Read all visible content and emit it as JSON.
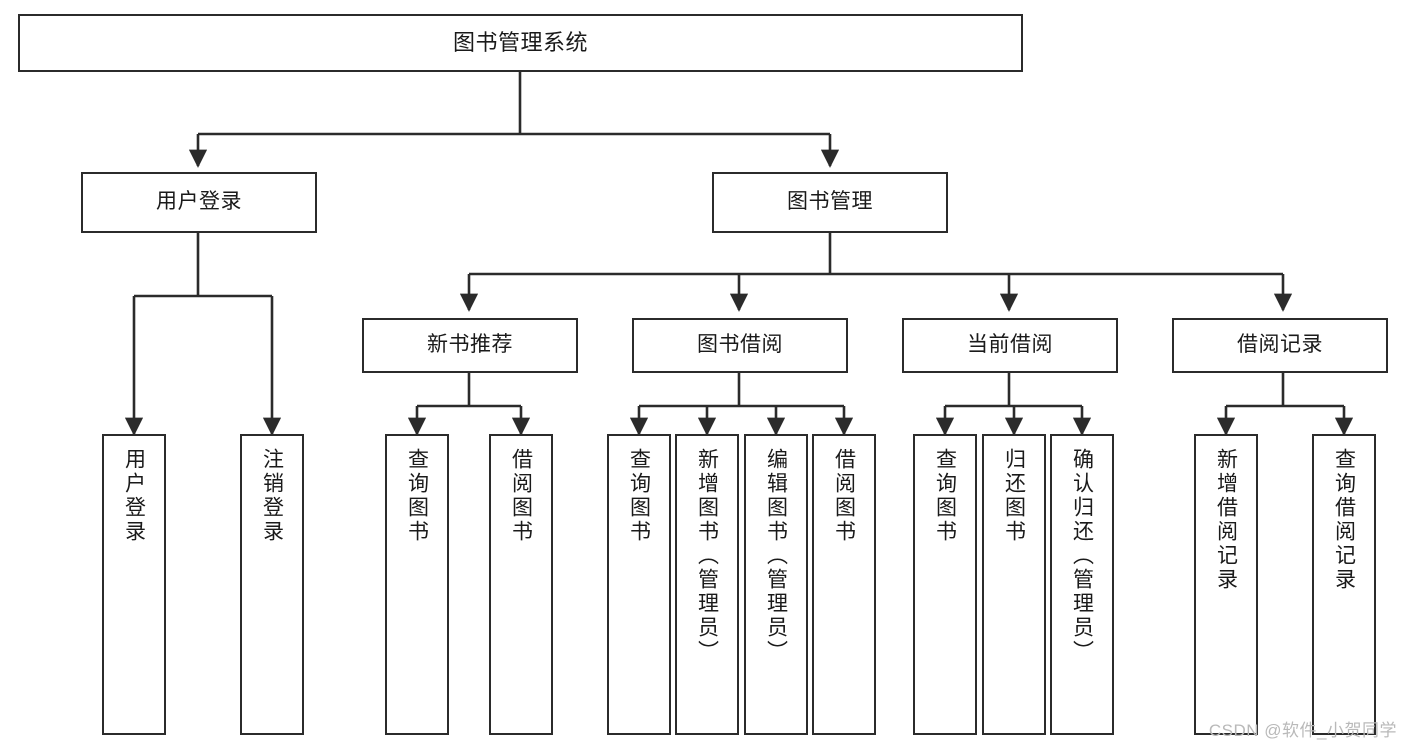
{
  "diagram": {
    "title": "图书管理系统",
    "type": "tree-hierarchy",
    "orientation": "top-down",
    "colors": {
      "box_stroke": "#2b2b2b",
      "box_fill": "#ffffff",
      "edge": "#2b2b2b",
      "text": "#1a1a1a",
      "watermark": "#b9b9b9",
      "background": "#ffffff"
    }
  },
  "nodes": {
    "root": {
      "label": "图书管理系统"
    },
    "level1": [
      {
        "label": "用户登录"
      },
      {
        "label": "图书管理"
      }
    ],
    "level2": [
      {
        "label": "新书推荐"
      },
      {
        "label": "图书借阅"
      },
      {
        "label": "当前借阅"
      },
      {
        "label": "借阅记录"
      }
    ],
    "leaves": {
      "user_login": [
        {
          "label": "用户登录"
        },
        {
          "label": "注销登录"
        }
      ],
      "new_book_recommend": [
        {
          "label": "查询图书"
        },
        {
          "label": "借阅图书"
        }
      ],
      "book_borrow": [
        {
          "label": "查询图书"
        },
        {
          "label": "新增图书（管理员）"
        },
        {
          "label": "编辑图书（管理员）"
        },
        {
          "label": "借阅图书"
        }
      ],
      "current_borrow": [
        {
          "label": "查询图书"
        },
        {
          "label": "归还图书"
        },
        {
          "label": "确认归还（管理员）"
        }
      ],
      "borrow_record": [
        {
          "label": "新增借阅记录"
        },
        {
          "label": "查询借阅记录"
        }
      ]
    }
  },
  "watermark": {
    "text": "CSDN @软件_小贺同学"
  }
}
